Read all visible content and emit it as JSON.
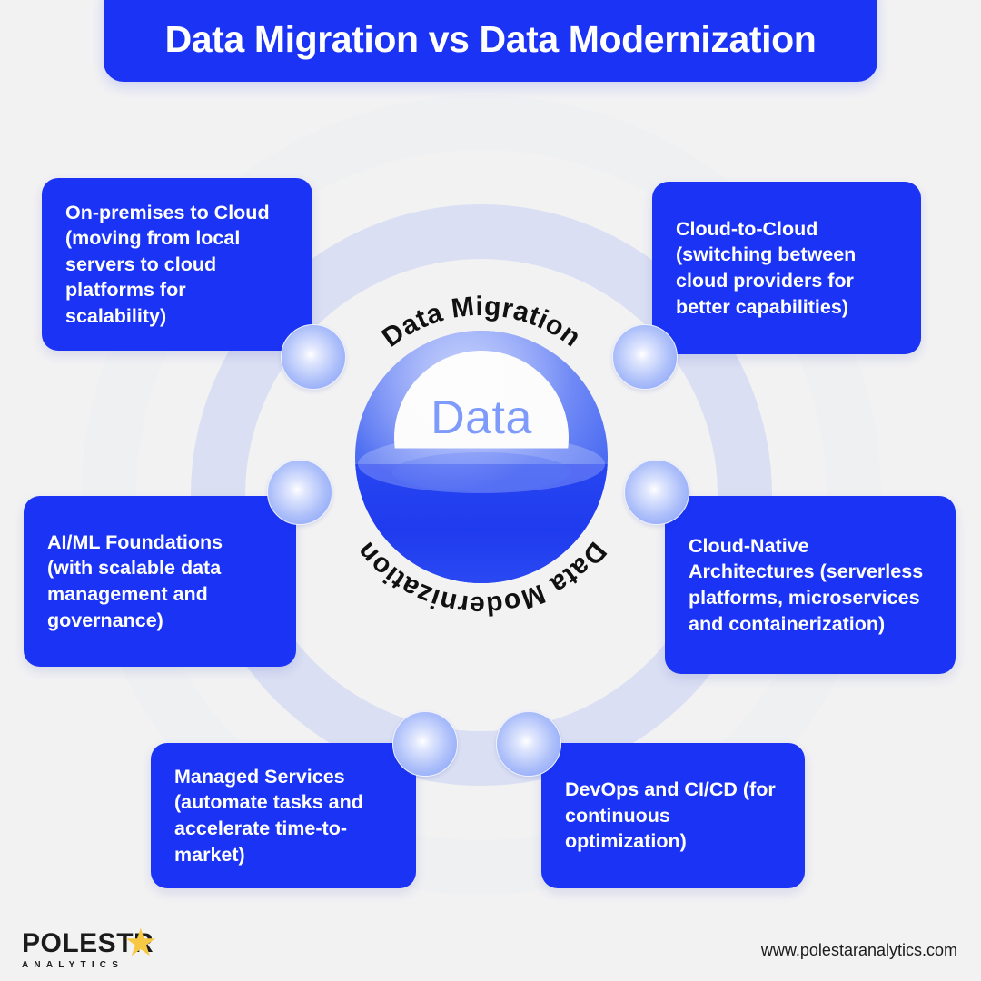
{
  "page": {
    "background_color": "#f2f2f3",
    "accent_blue": "#1a33f5",
    "ring_periwinkle": "#dadff3",
    "ring_gray": "#eff0f2",
    "star_yellow": "#f7c843"
  },
  "header": {
    "title": "Data Migration vs Data Modernization"
  },
  "hub": {
    "center_label": "Data",
    "arc_top_label": "Data Migration",
    "arc_bottom_label": "Data Modernization"
  },
  "cards": [
    {
      "id": "on-premises-to-cloud",
      "position": "top-left",
      "text": "On-premises to Cloud (moving from local servers to cloud platforms for scalability)"
    },
    {
      "id": "cloud-to-cloud",
      "position": "top-right",
      "text": "Cloud-to-Cloud (switching between cloud providers for better capabilities)"
    },
    {
      "id": "ai-ml-foundations",
      "position": "middle-left",
      "text": "AI/ML Foundations (with scalable data management and governance)"
    },
    {
      "id": "cloud-native-architectures",
      "position": "middle-right",
      "text": "Cloud-Native Architectures (serverless platforms, microservices and containerization)"
    },
    {
      "id": "managed-services",
      "position": "bottom-left",
      "text": "Managed Services (automate tasks and accelerate time-to-market)"
    },
    {
      "id": "devops-and-ci-cd",
      "position": "bottom-right",
      "text": "DevOps and CI/CD (for continuous optimization)"
    }
  ],
  "footer": {
    "logo_word": "POLESTR",
    "logo_star_glyph": "★",
    "logo_subtitle": "ANALYTICS",
    "url": "www.polestaranalytics.com"
  }
}
